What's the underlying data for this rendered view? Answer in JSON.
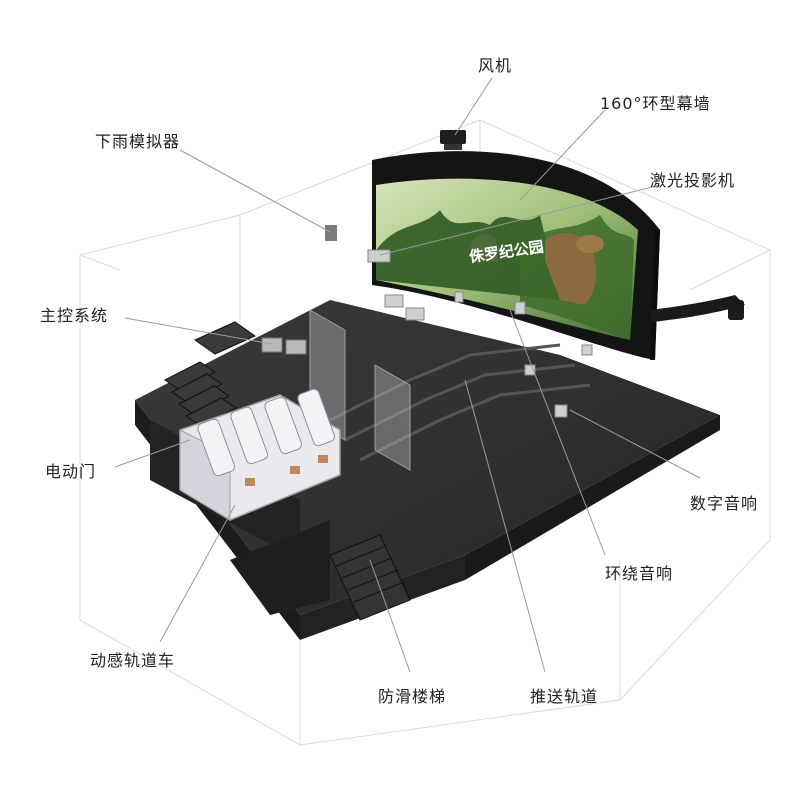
{
  "callouts": {
    "fan": "风机",
    "curved_screen": "160°环型幕墙",
    "rain_simulator": "下雨模拟器",
    "laser_projector": "激光投影机",
    "main_control": "主控系统",
    "electric_door": "电动门",
    "digital_audio": "数字音响",
    "surround_audio": "环绕音响",
    "motion_rail_car": "动感轨道车",
    "antislip_stairs": "防滑楼梯",
    "push_track": "推送轨道"
  },
  "screen_title": "侏罗纪公园",
  "colors": {
    "floor": "#2e2e2e",
    "floor_dark": "#1c1c1c",
    "screen_back": "#151515",
    "leader_line": "#9a9a9a",
    "wireframe": "#d8d8d8",
    "car_body": "#e9e9ee",
    "screen_jungle": "#4f7a3a",
    "screen_sky": "#c9d9a8",
    "dinosaur": "#8a6a3e"
  }
}
